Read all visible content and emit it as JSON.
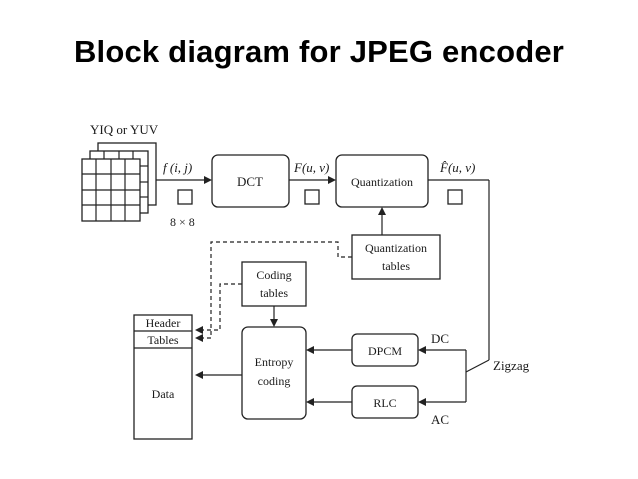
{
  "title": "Block diagram for JPEG encoder",
  "diagram": {
    "input_label": "YIQ or YUV",
    "f_ij": "f (i, j)",
    "block_size": "8 × 8",
    "dct": "DCT",
    "F_uv": "F(u, v)",
    "quantization": "Quantization",
    "F_hat_uv": "F̂(u, v)",
    "quant_tables_line1": "Quantization",
    "quant_tables_line2": "tables",
    "coding_tables_line1": "Coding",
    "coding_tables_line2": "tables",
    "header": "Header",
    "tables": "Tables",
    "data": "Data",
    "entropy_line1": "Entropy",
    "entropy_line2": "coding",
    "dpcm": "DPCM",
    "rlc": "RLC",
    "dc": "DC",
    "ac": "AC",
    "zigzag": "Zigzag"
  }
}
